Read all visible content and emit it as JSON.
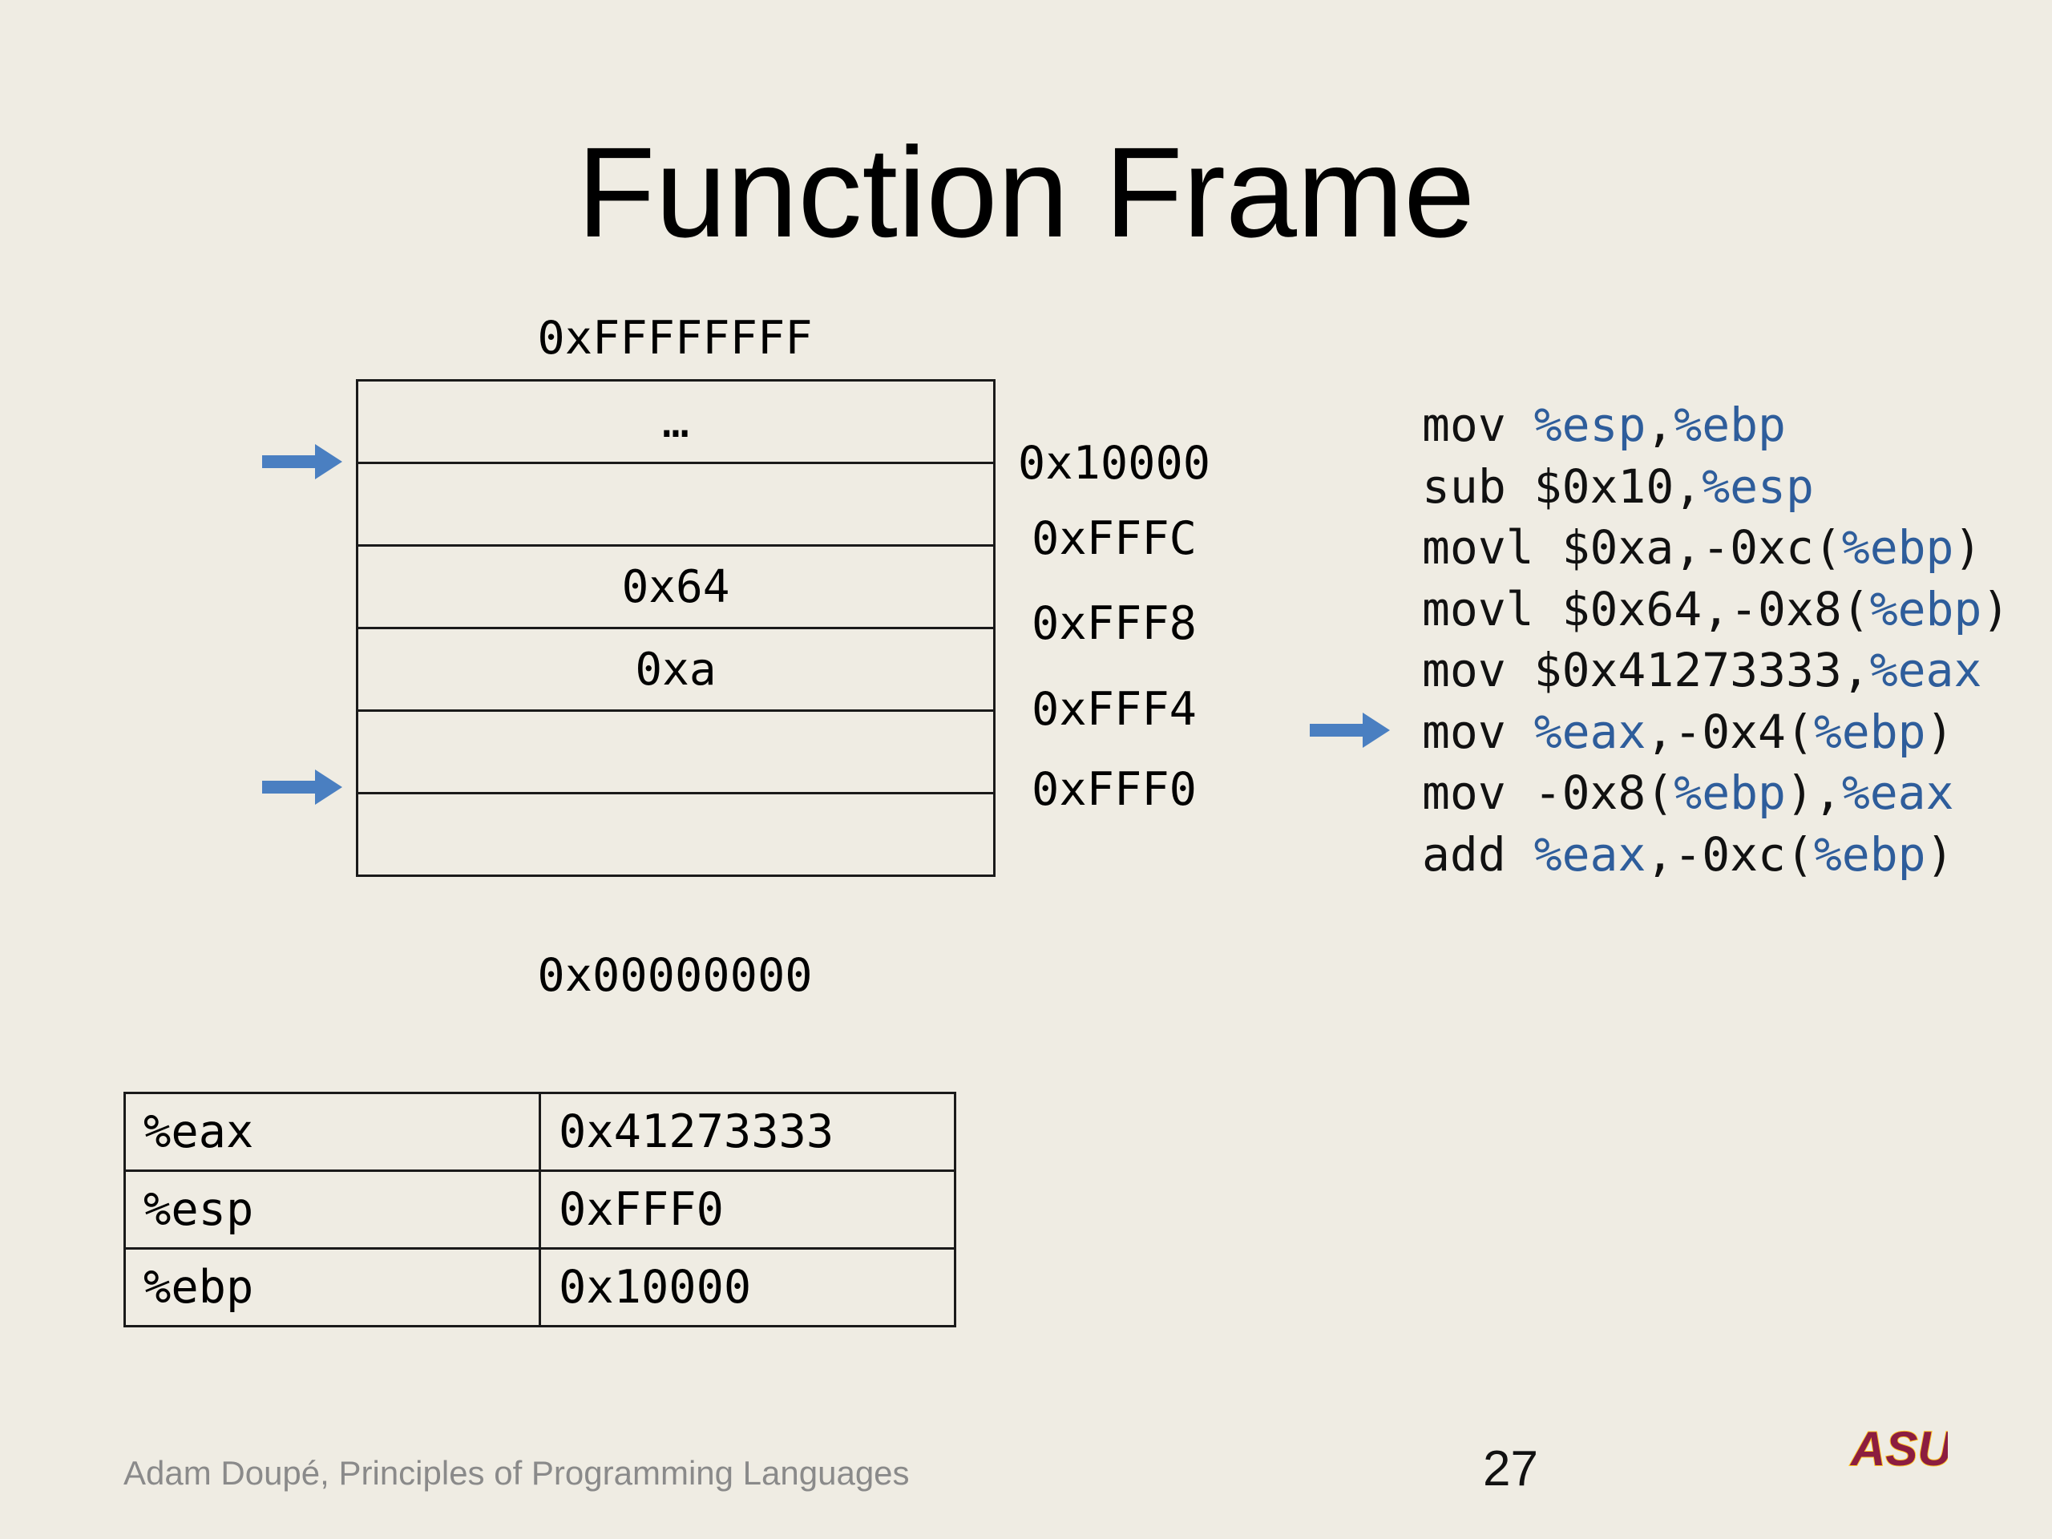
{
  "slide": {
    "title": "Function Frame",
    "footer": "Adam Doupé, Principles of Programming Languages",
    "page_number": "27",
    "logo_text": "ASU"
  },
  "stack": {
    "top_address": "0xFFFFFFFF",
    "bottom_address": "0x00000000",
    "cells": [
      "…",
      "",
      "0x64",
      "0xa",
      "",
      ""
    ],
    "side_addresses": [
      "0x10000",
      "0xFFFC",
      "0xFFF8",
      "0xFFF4",
      "0xFFF0"
    ],
    "pointer_arrows": [
      "ebp-arrow",
      "esp-arrow"
    ]
  },
  "code": {
    "lines": [
      [
        {
          "t": "mov ",
          "c": "plain"
        },
        {
          "t": "%esp",
          "c": "reg"
        },
        {
          "t": ",",
          "c": "plain"
        },
        {
          "t": "%ebp",
          "c": "reg"
        }
      ],
      [
        {
          "t": "sub $0x10,",
          "c": "plain"
        },
        {
          "t": "%esp",
          "c": "reg"
        }
      ],
      [
        {
          "t": "movl $0xa,-0xc(",
          "c": "plain"
        },
        {
          "t": "%ebp",
          "c": "reg"
        },
        {
          "t": ")",
          "c": "plain"
        }
      ],
      [
        {
          "t": "movl $0x64,-0x8(",
          "c": "plain"
        },
        {
          "t": "%ebp",
          "c": "reg"
        },
        {
          "t": ")",
          "c": "plain"
        }
      ],
      [
        {
          "t": "mov $0x41273333,",
          "c": "plain"
        },
        {
          "t": "%eax",
          "c": "reg"
        }
      ],
      [
        {
          "t": "mov ",
          "c": "plain"
        },
        {
          "t": "%eax",
          "c": "reg"
        },
        {
          "t": ",-0x4(",
          "c": "plain"
        },
        {
          "t": "%ebp",
          "c": "reg"
        },
        {
          "t": ")",
          "c": "plain"
        }
      ],
      [
        {
          "t": "mov -0x8(",
          "c": "plain"
        },
        {
          "t": "%ebp",
          "c": "reg"
        },
        {
          "t": "),",
          "c": "plain"
        },
        {
          "t": "%eax",
          "c": "reg"
        }
      ],
      [
        {
          "t": "add ",
          "c": "plain"
        },
        {
          "t": "%eax",
          "c": "reg"
        },
        {
          "t": ",-0xc(",
          "c": "plain"
        },
        {
          "t": "%ebp",
          "c": "reg"
        },
        {
          "t": ")",
          "c": "plain"
        }
      ]
    ],
    "current_line": 5
  },
  "registers": [
    {
      "name": "%eax",
      "value": "0x41273333"
    },
    {
      "name": "%esp",
      "value": "0xFFF0"
    },
    {
      "name": "%ebp",
      "value": "0x10000"
    }
  ],
  "colors": {
    "background": "#efece3",
    "arrow": "#4a7fc1",
    "register_text": "#2e5d9b",
    "footer_text": "#8a8a8a",
    "logo_maroon": "#8c1d40",
    "logo_gold": "#ffc627"
  }
}
